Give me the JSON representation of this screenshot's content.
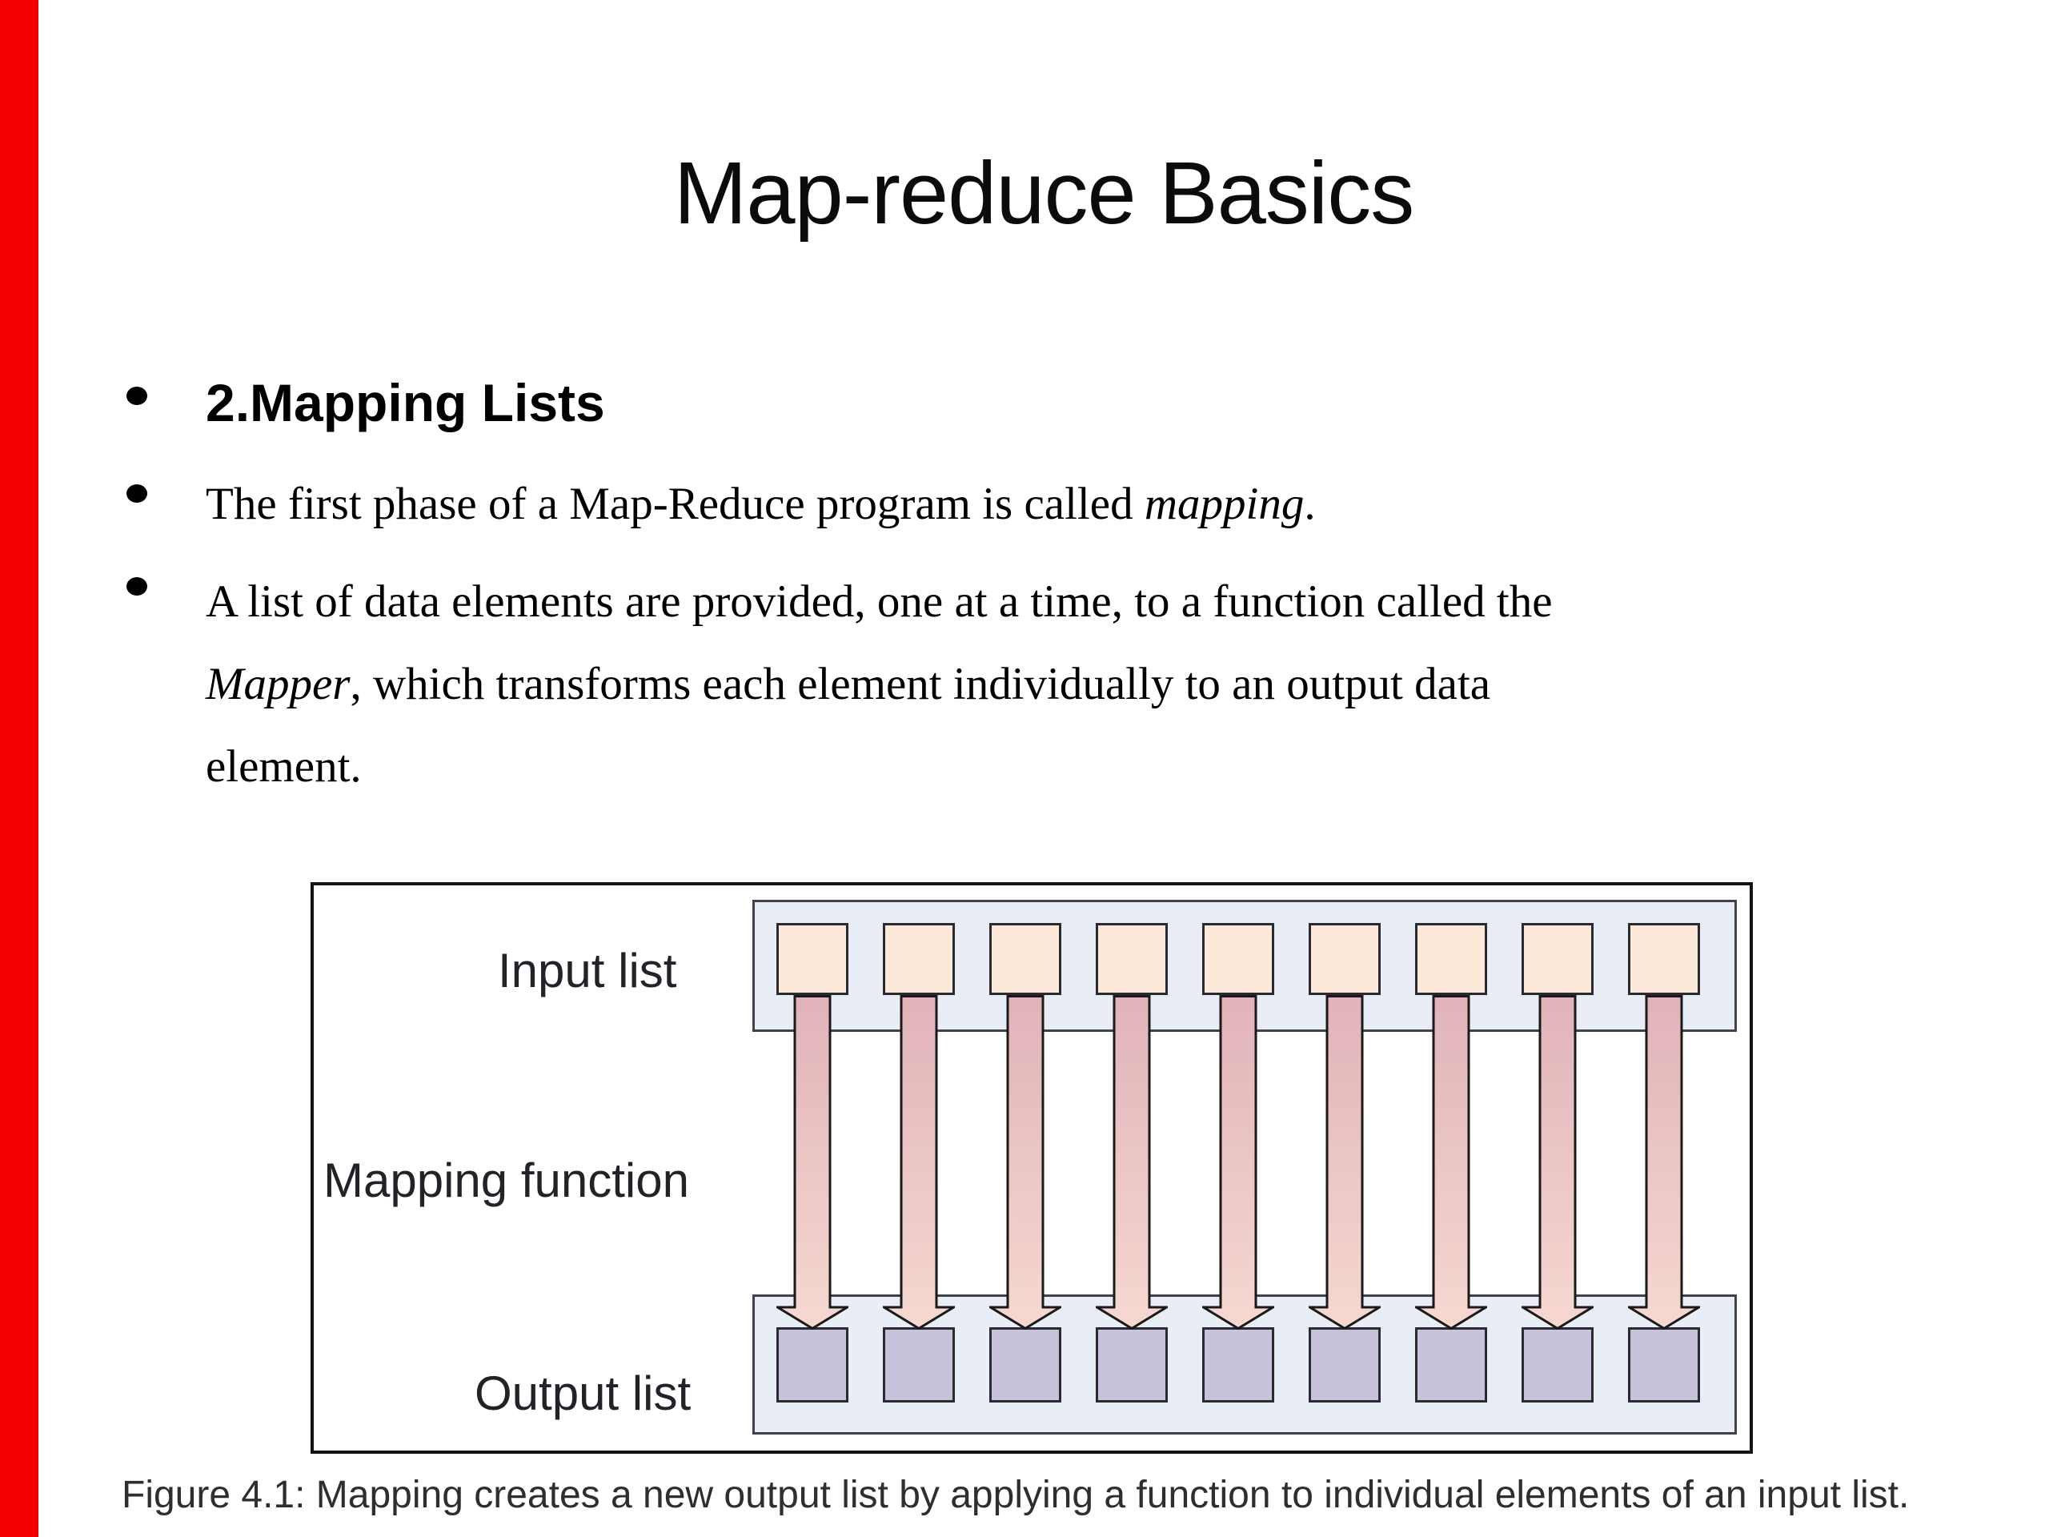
{
  "slide": {
    "accent_bar_color": "#f40000",
    "title": "Map-reduce Basics",
    "bullet1": "2.Mapping Lists",
    "bullet2": {
      "pre": "The first phase of a Map-Reduce program is called ",
      "italic": "mapping",
      "post": "."
    },
    "bullet3": {
      "line1": "A list of data elements are provided, one at a time, to a function called the",
      "line2_italic": "Mapper",
      "line2_rest": ", which transforms each element individually to an output data",
      "line3": "element."
    }
  },
  "figure": {
    "labels": {
      "input": "Input list",
      "mapping": "Mapping function",
      "output": "Output list"
    },
    "element_count": 9,
    "colors": {
      "frame_border": "#141414",
      "band_fill": "#e9edf5",
      "band_border": "#41414b",
      "box_border": "#2a2a31",
      "input_box_fill": "#fce9d9",
      "output_box_fill": "#c9c2dc",
      "arrow_top": "#e1b3b9",
      "arrow_bottom": "#f6d8d1",
      "arrow_outline": "#1a1a1a"
    },
    "caption": "Figure 4.1: Mapping creates a new output list by applying a function to individual elements of an input list."
  }
}
